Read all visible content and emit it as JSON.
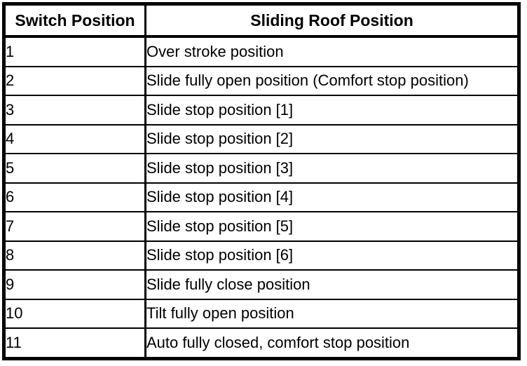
{
  "table": {
    "columns": [
      {
        "label": "Switch Position"
      },
      {
        "label": "Sliding Roof Position"
      }
    ],
    "rows": [
      {
        "switch": "1",
        "roof": "Over stroke position"
      },
      {
        "switch": "2",
        "roof": "Slide fully open position (Comfort stop position)"
      },
      {
        "switch": "3",
        "roof": "Slide stop position [1]"
      },
      {
        "switch": "4",
        "roof": "Slide stop position [2]"
      },
      {
        "switch": "5",
        "roof": "Slide stop position [3]"
      },
      {
        "switch": "6",
        "roof": "Slide stop position [4]"
      },
      {
        "switch": "7",
        "roof": "Slide stop position [5]"
      },
      {
        "switch": "8",
        "roof": "Slide stop position [6]"
      },
      {
        "switch": "9",
        "roof": "Slide fully close position"
      },
      {
        "switch": "10",
        "roof": "Tilt fully open position"
      },
      {
        "switch": "11",
        "roof": "Auto fully closed, comfort stop position"
      }
    ]
  }
}
